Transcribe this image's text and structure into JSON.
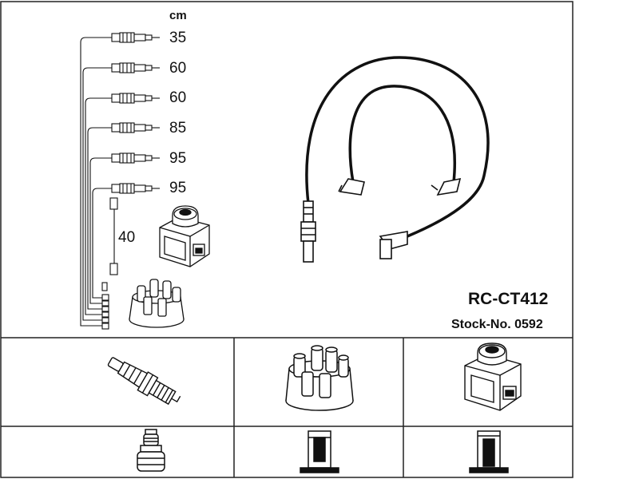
{
  "unit_label": "cm",
  "lengths": [
    "35",
    "60",
    "60",
    "85",
    "95",
    "95"
  ],
  "coil_lead_length": "40",
  "product": {
    "code": "RC-CT412",
    "stock_number": "Stock-No. 0592"
  },
  "parts": [
    "spark-plug",
    "distributor-cap",
    "ignition-coil"
  ],
  "connectors": [
    "plug-terminal",
    "cap-terminal",
    "coil-terminal"
  ],
  "colors": {
    "line": "#111111",
    "frame": "#222222",
    "background": "#ffffff"
  }
}
